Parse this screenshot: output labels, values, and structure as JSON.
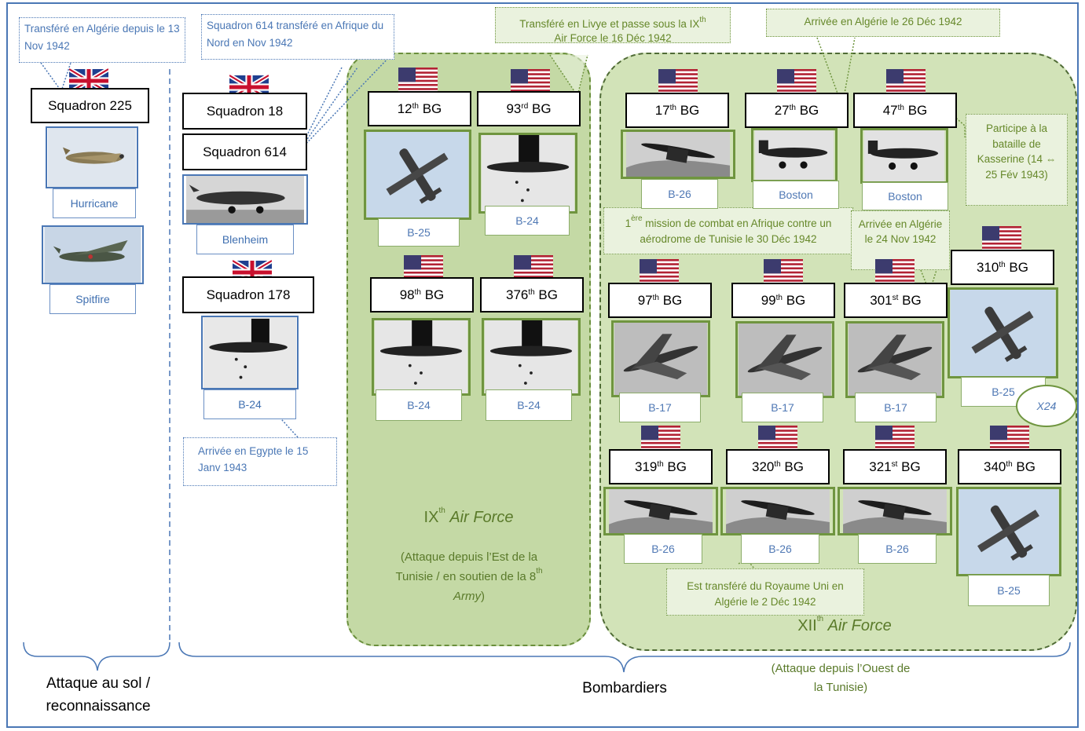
{
  "colors": {
    "frame": "#4a77b5",
    "green_region_ix": "#c4d9a5",
    "green_region_xii": "#d2e3b8",
    "callout_green_text": "#66882a",
    "callout_blue_text": "#4a77b5"
  },
  "callouts": {
    "algerie_225": "Transféré en Algérie depuis le 13 Nov 1942",
    "sq614": "Squadron 614 transféré en Afrique du Nord en Nov 1942",
    "livye_a": "Transféré en Livye et passe sous la IX",
    "livye_sup": "th",
    "livye_b": "Air Force le 16 Déc 1942",
    "algerie_27": "Arrivée en Algérie le 26 Déc 1942",
    "kasserine": "Participe à la bataille de Kasserine (14 ⇔ 25 Fév 1943)",
    "first_mission_a": "mission de combat en Afrique contre un aérodrome de Tunisie le 30 Déc 1942",
    "first_mission_num": "1",
    "first_mission_sup": "ère",
    "algerie_301": "Arrivée en Algérie le 24 Nov 1942",
    "egypte": "Arrivée en Egypte le 15 Janv 1943",
    "royaume_uni": "Est transféré du Royaume Uni en Algérie le 2 Déc 1942"
  },
  "raf": {
    "sq225": "Squadron 225",
    "hurricane": "Hurricane",
    "spitfire": "Spitfire",
    "sq18": "Squadron 18",
    "sq614": "Squadron 614",
    "blenheim": "Blenheim",
    "sq178": "Squadron 178",
    "b24": "B-24"
  },
  "groups": {
    "g12": {
      "num": "12",
      "sup": "th",
      "bg": "BG",
      "plane": "B-25"
    },
    "g93": {
      "num": "93",
      "sup": "rd",
      "bg": "BG",
      "plane": "B-24"
    },
    "g98": {
      "num": "98",
      "sup": "th",
      "bg": "BG",
      "plane": "B-24"
    },
    "g376": {
      "num": "376",
      "sup": "th",
      "bg": "BG",
      "plane": "B-24"
    },
    "g17": {
      "num": "17",
      "sup": "th",
      "bg": "BG",
      "plane": "B-26"
    },
    "g27": {
      "num": "27",
      "sup": "th",
      "bg": "BG",
      "plane": "Boston"
    },
    "g47": {
      "num": "47",
      "sup": "th",
      "bg": "BG",
      "plane": "Boston"
    },
    "g97": {
      "num": "97",
      "sup": "th",
      "bg": "BG",
      "plane": "B-17"
    },
    "g99": {
      "num": "99",
      "sup": "th",
      "bg": "BG",
      "plane": "B-17"
    },
    "g301": {
      "num": "301",
      "sup": "st",
      "bg": "BG",
      "plane": "B-17"
    },
    "g310": {
      "num": "310",
      "sup": "th",
      "bg": "BG",
      "plane": "B-25"
    },
    "g319": {
      "num": "319",
      "sup": "th",
      "bg": "BG",
      "plane": "B-26"
    },
    "g320": {
      "num": "320",
      "sup": "th",
      "bg": "BG",
      "plane": "B-26"
    },
    "g321": {
      "num": "321",
      "sup": "st",
      "bg": "BG",
      "plane": "B-26"
    },
    "g340": {
      "num": "340",
      "sup": "th",
      "bg": "BG",
      "plane": "B-25"
    }
  },
  "x24": "X24",
  "ix": {
    "roman": "IX",
    "sup": "th",
    "name": "Air Force",
    "desc_a": "(Attaque depuis l’Est de la Tunisie / en soutien de la 8",
    "desc_sup": "th",
    "desc_b": "Army",
    ")": ")"
  },
  "xii": {
    "roman": "XII",
    "sup": "th",
    "name": "Air Force",
    "desc": "(Attaque depuis l’Ouest de la Tunisie)"
  },
  "bottom": {
    "attaque": "Attaque au sol / reconnaissance",
    "bombardiers": "Bombardiers"
  }
}
